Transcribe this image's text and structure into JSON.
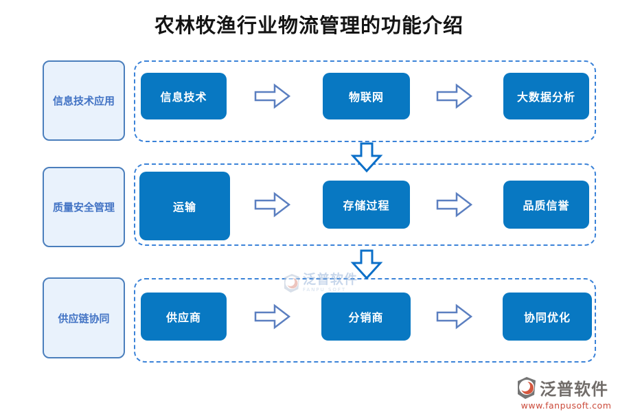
{
  "title": "农林牧渔行业物流管理的功能介绍",
  "rows": [
    {
      "label": "信息技术应用",
      "boxes": [
        "信息技术",
        "物联网",
        "大数据分析"
      ]
    },
    {
      "label": "质量安全管理",
      "boxes": [
        "运输",
        "存储过程",
        "品质信誉"
      ]
    },
    {
      "label": "供应链协同",
      "boxes": [
        "供应商",
        "分销商",
        "协同优化"
      ]
    }
  ],
  "watermark": {
    "brand": "泛普软件",
    "subtitle": "FANPU SOFT"
  },
  "footer": {
    "brand": "泛普软件",
    "url": "www.fanpusoft.com"
  },
  "colors": {
    "node_fill": "#0878c2",
    "node_text": "#ffffff",
    "label_fill": "#e9f2fc",
    "label_border": "#4a7ebc",
    "label_text": "#4273c4",
    "dashed_border": "#3a82d8",
    "right_arrow_stroke": "#5b7fc0",
    "down_arrow_stroke": "#0b6fc8",
    "footer_brand_text": "#716c69",
    "footer_url_text": "#cb4a3a",
    "logo_orange": "#d4573e",
    "logo_gray": "#757575"
  }
}
